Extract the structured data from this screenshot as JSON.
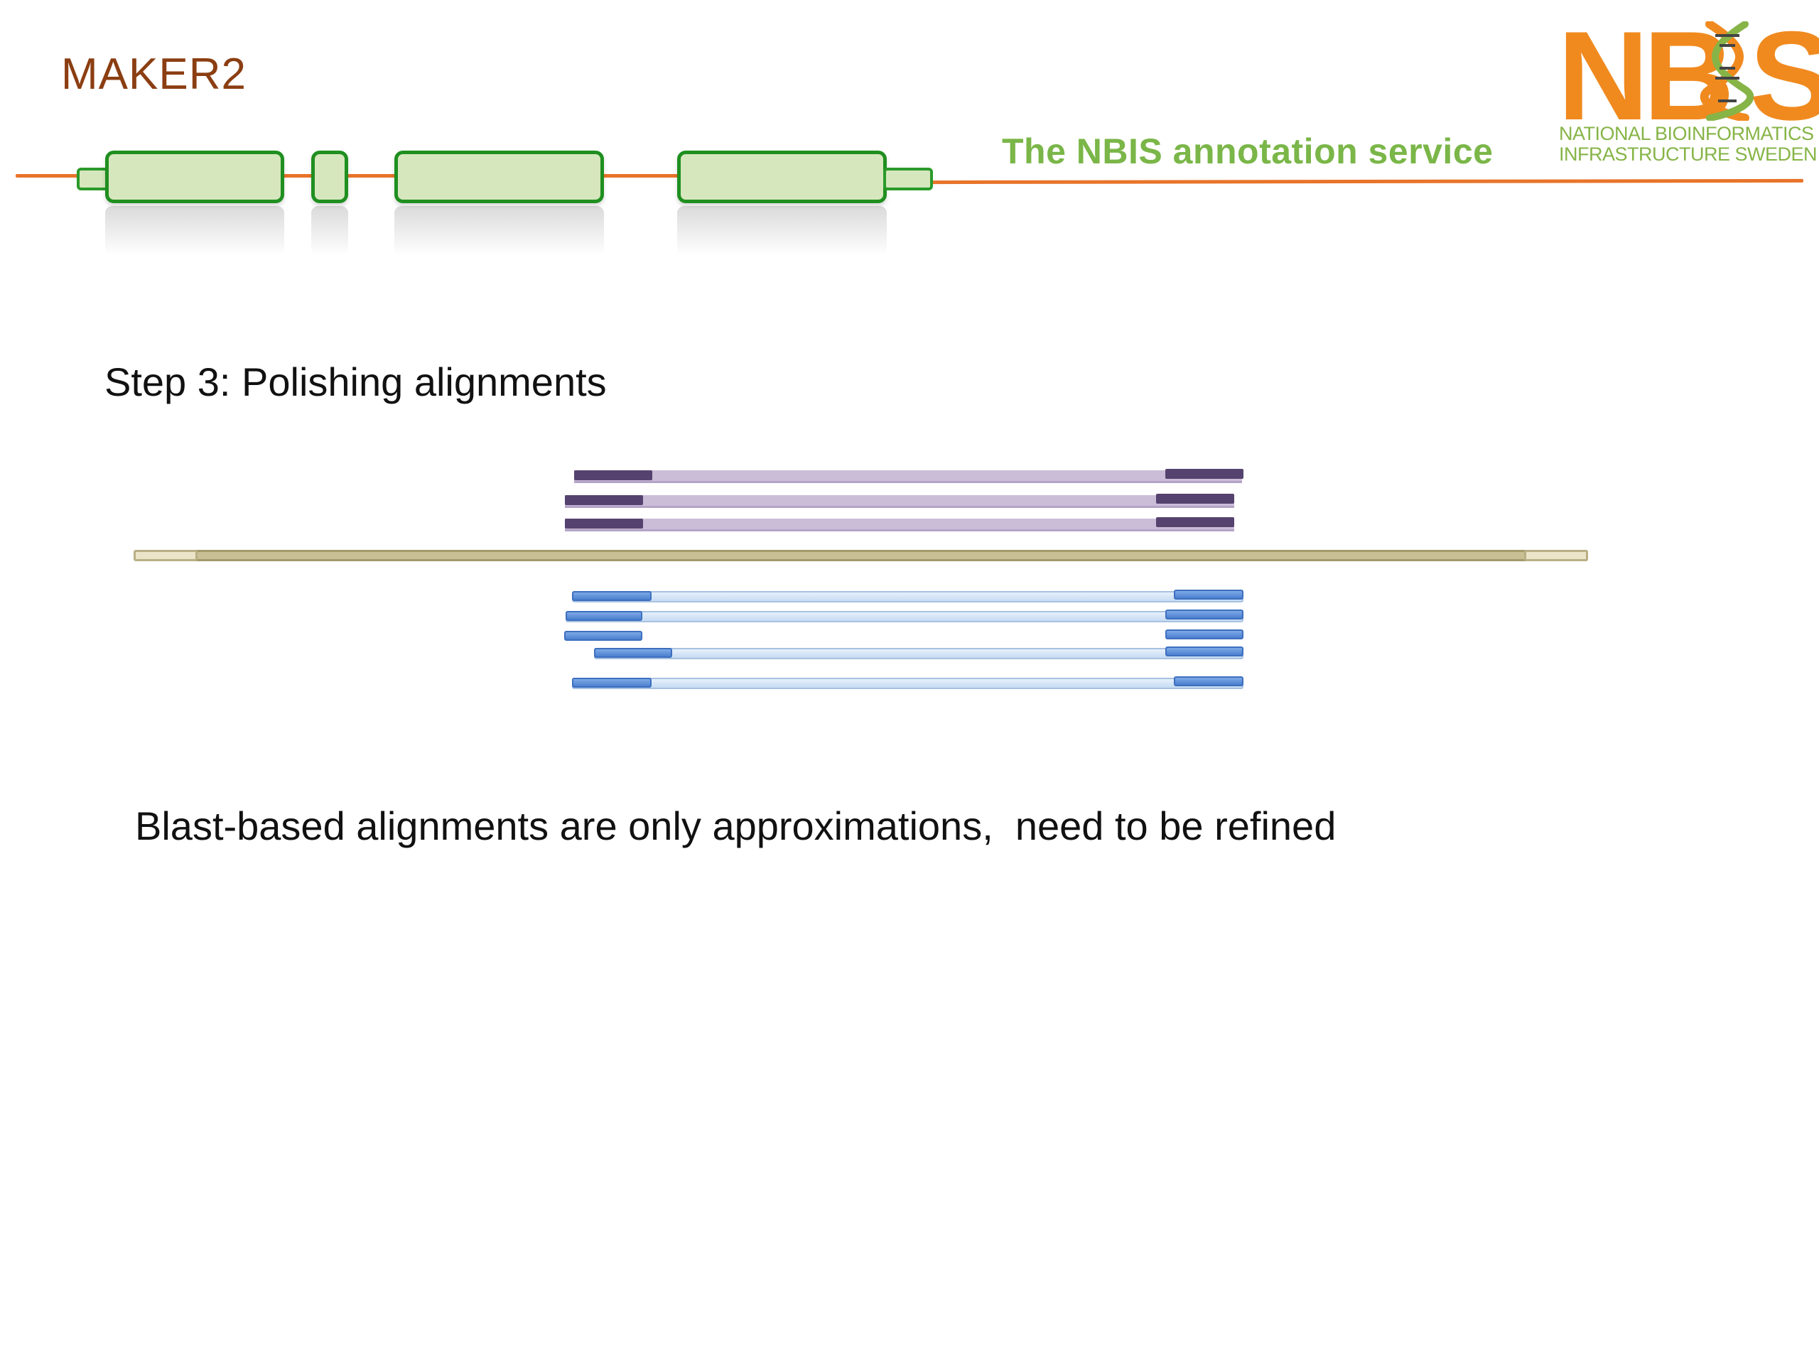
{
  "header": {
    "title": "MAKER2",
    "service_tagline": "The NBIS annotation service"
  },
  "logo": {
    "wordmark_left": "NB",
    "wordmark_right": "S",
    "line1": "NATIONAL BIOINFORMATICS",
    "line2": "INFRASTRUCTURE SWEDEN",
    "icon": "dna-helix-icon"
  },
  "slide": {
    "step_heading": "Step 3: Polishing alignments",
    "body_text": "Blast-based alignments are only approximations,  need to be refined"
  },
  "colors": {
    "title": "#8b3e12",
    "tagline": "#7ab648",
    "logo_orange": "#f08a1f",
    "logo_green": "#86b447",
    "gene_line": "#e8742a",
    "exon_border": "#1f8f1f",
    "exon_fill": "#d6e7bd",
    "protein_dark": "#56426e",
    "protein_light": "#cbbdd8",
    "est_dark": "#4c80cf",
    "est_light": "#c6dbf2",
    "genome": "#c9bf94"
  }
}
